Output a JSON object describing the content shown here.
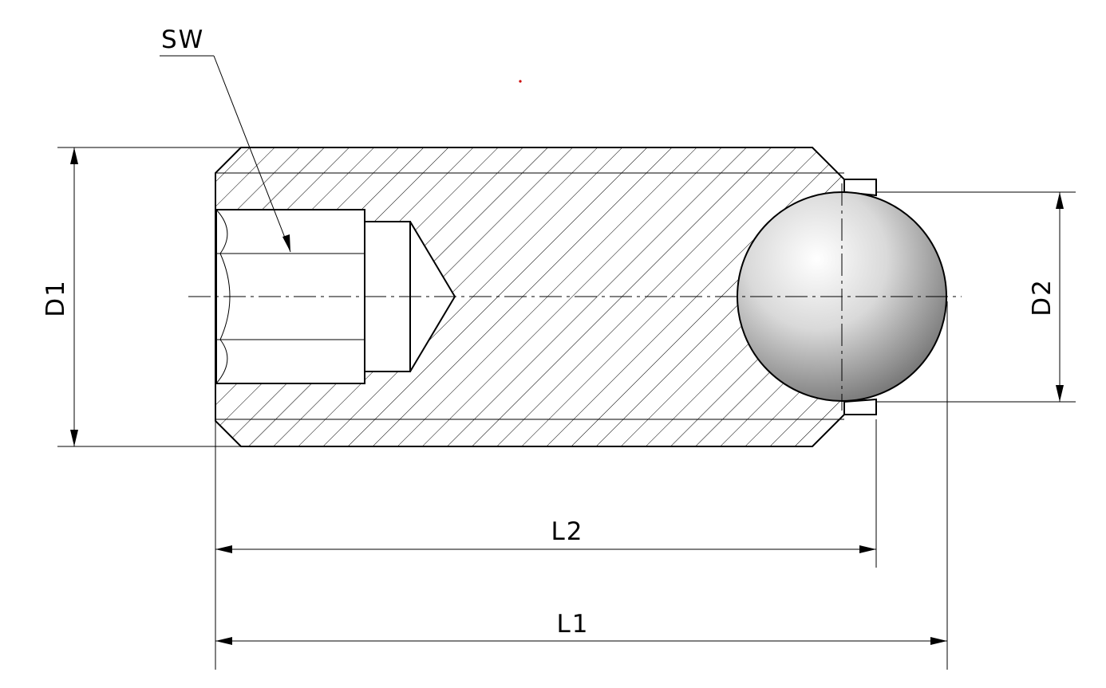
{
  "labels": {
    "sw": "SW",
    "d1": "D1",
    "d2": "D2",
    "l1": "L1",
    "l2": "L2"
  },
  "colors": {
    "ink": "#000000",
    "background": "#ffffff",
    "ball_light": "#ffffff",
    "ball_dark": "#7a7a7a",
    "marker": "#cc0000"
  }
}
